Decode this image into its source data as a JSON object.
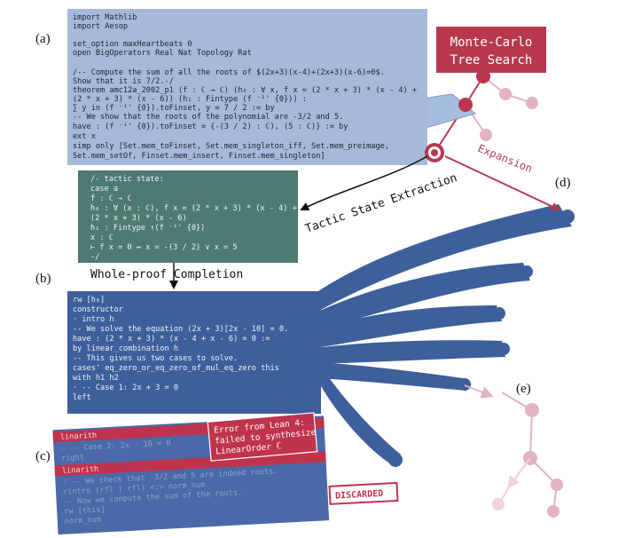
{
  "labels": {
    "a": "(a)",
    "b": "(b)",
    "c": "(c)",
    "d": "(d)",
    "e": "(e)"
  },
  "mcts": {
    "line1": "Monte-Carlo",
    "line2": "Tree Search"
  },
  "arrows": {
    "extraction": "Tactic State Extraction",
    "expansion": "Expansion",
    "completion": "Whole-proof Completion"
  },
  "code_a": [
    "import Mathlib",
    "import Aesop",
    "",
    "set_option maxHeartbeats 0",
    "open BigOperators Real Nat Topology Rat",
    "",
    "/-- Compute the sum of all the roots of $(2x+3)(x-4)+(2x+3)(x-6)=0$.",
    "Show that it is 7/2.-/",
    "theorem amc12a_2002_p1 (f : ℂ → ℂ) (h₀ : ∀ x, f x = (2 * x + 3) * (x - 4) +",
    "(2 * x + 3) * (x - 6)) (h₁ : Fintype (f ⁻¹' {0})) :",
    "  ∑ y in (f ⁻¹' {0}).toFinset, y = 7 / 2 := by",
    "  -- We show that the roots of the polynomial are -3/2 and 5.",
    "  have : (f ⁻¹' {0}).toFinset = {-(3 / 2) : ℂ), (5 : ℂ)} := by",
    "    ext x",
    "    simp only [Set.mem_toFinset, Set.mem_singleton_iff, Set.mem_preimage,",
    "      Set.mem_setOf, Finset.mem_insert, Finset.mem_singleton]"
  ],
  "tactic_state": [
    "/- tactic state:",
    "case a",
    "f : ℂ → ℂ",
    "h₀ : ∀ (x : ℂ), f x = (2 * x + 3) * (x - 4) +",
    "    (2 * x + 3) * (x - 6)",
    "h₁ : Fintype ↑(f ⁻¹' {0})",
    "x : ℂ",
    "⊢ f x = 0 ↔ x = -(3 / 2) ∨ x = 5",
    "-/"
  ],
  "code_b": [
    "rw [h₀]",
    "constructor",
    "· intro h",
    "  -- We solve the equation (2x + 3)[2x - 10] = 0.",
    "  have : (2 * x + 3) * (x - 4 + x - 6) = 0 :=",
    "    by linear_combination h",
    "  -- This gives us two cases to solve.",
    "  cases' eq_zero_or_eq_zero_of_mul_eq_zero this",
    "    with h1 h2",
    "  · -- Case 1: 2x + 3 = 0",
    "    left"
  ],
  "code_c": {
    "bar1": "    linarith",
    "line2": "  · -- Case 2: 2x - 10 = 0",
    "line3": "    right",
    "bar2": "    linarith",
    "line5": "· -- We check that -3/2 and 5 are indeed roots.",
    "line6": "  rintro (rfl | rfl) <;> norm_num",
    "line7": "-- Now we compute the sum of the roots.",
    "line8": "rw [this]",
    "line9": "norm_num"
  },
  "error": {
    "line1": "Error from Lean 4:",
    "line2": "failed to synthesize",
    "line3": "LinearOrder ℂ"
  },
  "discarded": "DISCARDED",
  "colors": {
    "code_a_bg": "#a6b9d9",
    "tactic_bg": "#4d7a72",
    "code_b_bg": "#3d5f9b",
    "code_c_bg": "#4a69a8",
    "ribbon_light": "#a7bde0",
    "ribbon_dark": "#3d5f9b",
    "accent_red": "#b8394f",
    "node_red": "#b8394f",
    "node_pink": "#e3b3bf"
  }
}
